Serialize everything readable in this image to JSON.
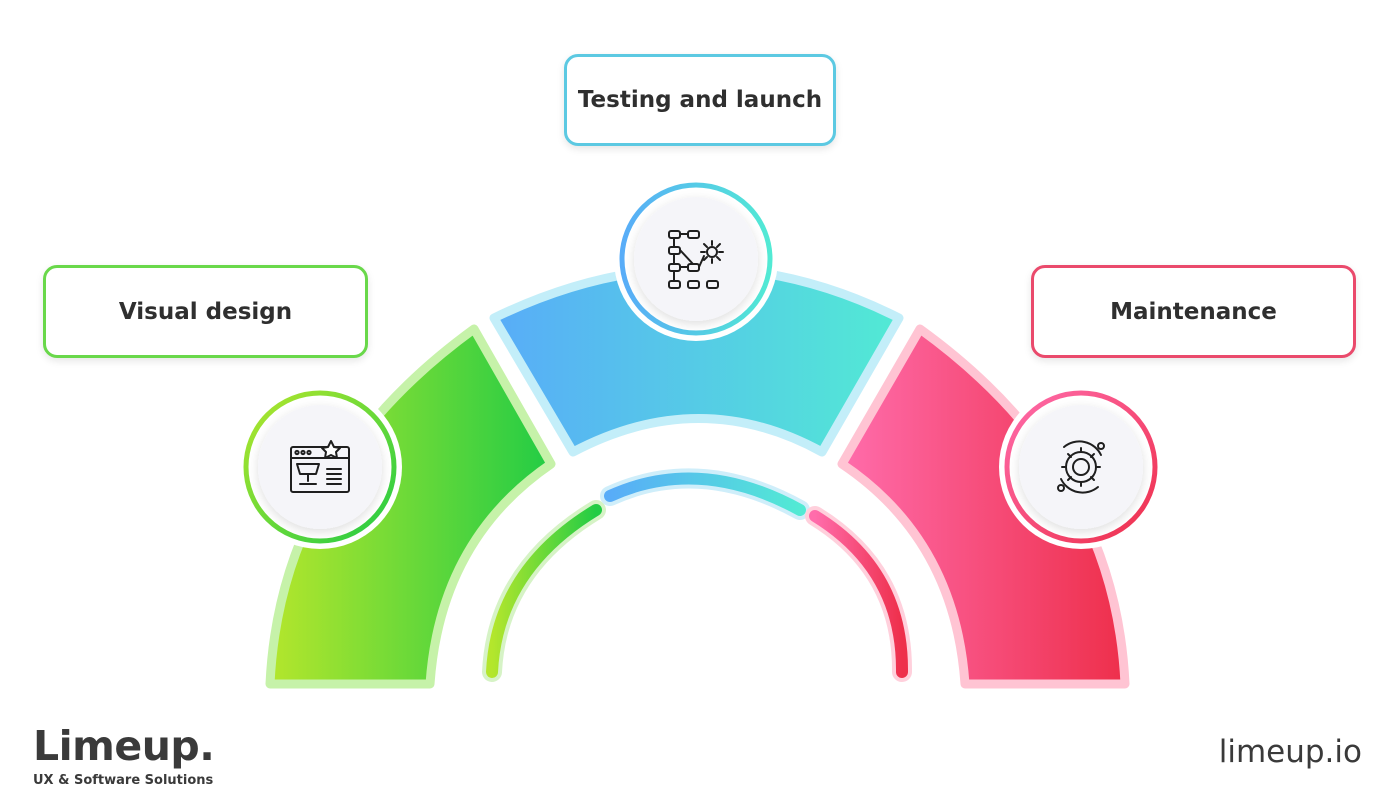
{
  "stages": [
    {
      "label": "Visual design",
      "icon": "web-design-icon",
      "color_start": "#b1e62c",
      "color_end": "#22cc45",
      "border": "#69d84a"
    },
    {
      "label": "Testing and launch",
      "icon": "workflow-settings-icon",
      "color_start": "#5aaef7",
      "color_end": "#52ead4",
      "border": "#5cc9e2"
    },
    {
      "label": "Maintenance",
      "icon": "maintenance-gear-icon",
      "color_start": "#ff6ca8",
      "color_end": "#ee2f4c",
      "border": "#ea4a6c"
    }
  ],
  "brand": {
    "name": "Limeup.",
    "tagline": "UX & Software Solutions"
  },
  "website": "limeup.io"
}
